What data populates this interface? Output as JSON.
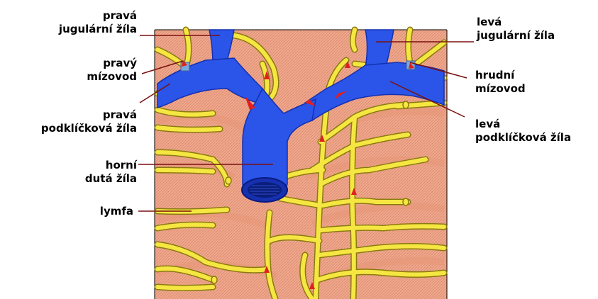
{
  "labels": {
    "right_jugular": [
      "pravá",
      "jugulární žíla"
    ],
    "right_lymph_duct": [
      "pravý",
      "mízovod"
    ],
    "right_subclavian": [
      "pravá",
      "podklíčková žíla"
    ],
    "superior_vena_cava": [
      "horní",
      "dutá žíla"
    ],
    "lymph": "lymfa",
    "left_jugular": [
      "levá",
      "jugulární žíla"
    ],
    "thoracic_duct": [
      "hrudní",
      "mízovod"
    ],
    "left_subclavian": [
      "levá",
      "podklíčková žíla"
    ]
  },
  "colors": {
    "tissue": "#f0a88c",
    "tissue_hatch": "#d98a70",
    "vein": "#2a55e8",
    "vein_dark": "#1530b0",
    "vessel": "#f5e642",
    "vessel_edge": "#8a7a10",
    "flow_arrow": "#e02020",
    "leader_line": "#7a1010"
  }
}
